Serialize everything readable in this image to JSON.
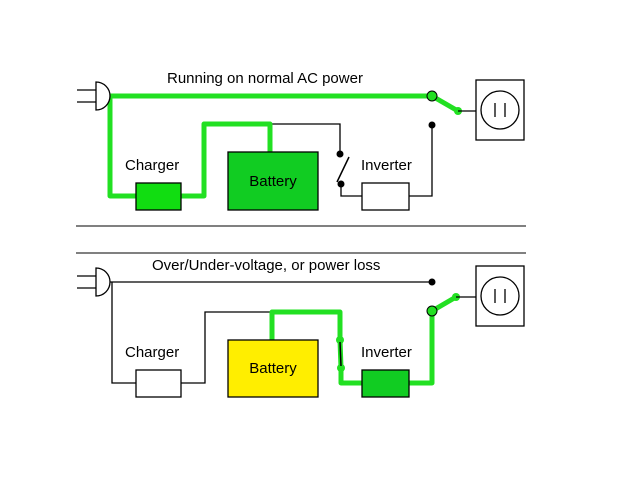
{
  "colors": {
    "active": "#22e022",
    "inactive": "#000000",
    "charger_active": "#11dd11",
    "battery_charging": "#11cc22",
    "battery_discharging": "#ffee00",
    "inverter_active": "#11cc22",
    "idle_fill": "#ffffff"
  },
  "top_panel": {
    "title": "Running on normal AC power",
    "charger_label": "Charger",
    "battery_label": "Battery",
    "inverter_label": "Inverter"
  },
  "bottom_panel": {
    "title": "Over/Under-voltage, or power loss",
    "charger_label": "Charger",
    "battery_label": "Battery",
    "inverter_label": "Inverter"
  }
}
